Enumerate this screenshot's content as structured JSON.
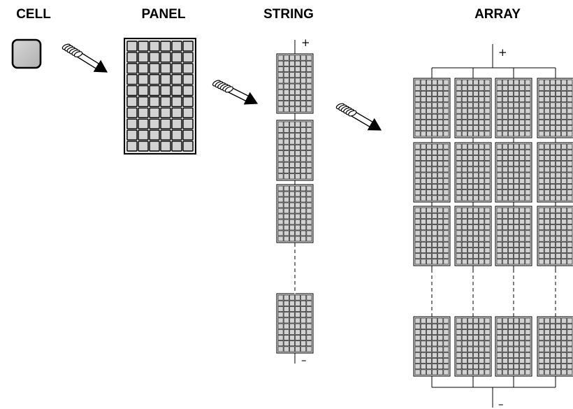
{
  "labels": {
    "cell": "CELL",
    "panel": "PANEL",
    "string": "STRING",
    "array": "ARRAY"
  },
  "symbols": {
    "plus": "+",
    "minus": "–"
  },
  "colors": {
    "cell_fill": "#c8c8c8",
    "module_fill": "#e6e6e6",
    "grid_cell_fill": "#d2d2d2",
    "stroke": "#000000"
  },
  "layout_counts": {
    "panel_grid": [
      6,
      10
    ],
    "module_grid": [
      6,
      10
    ],
    "string_modules_shown": 4,
    "array_columns": 4,
    "array_rows_shown": 4
  }
}
